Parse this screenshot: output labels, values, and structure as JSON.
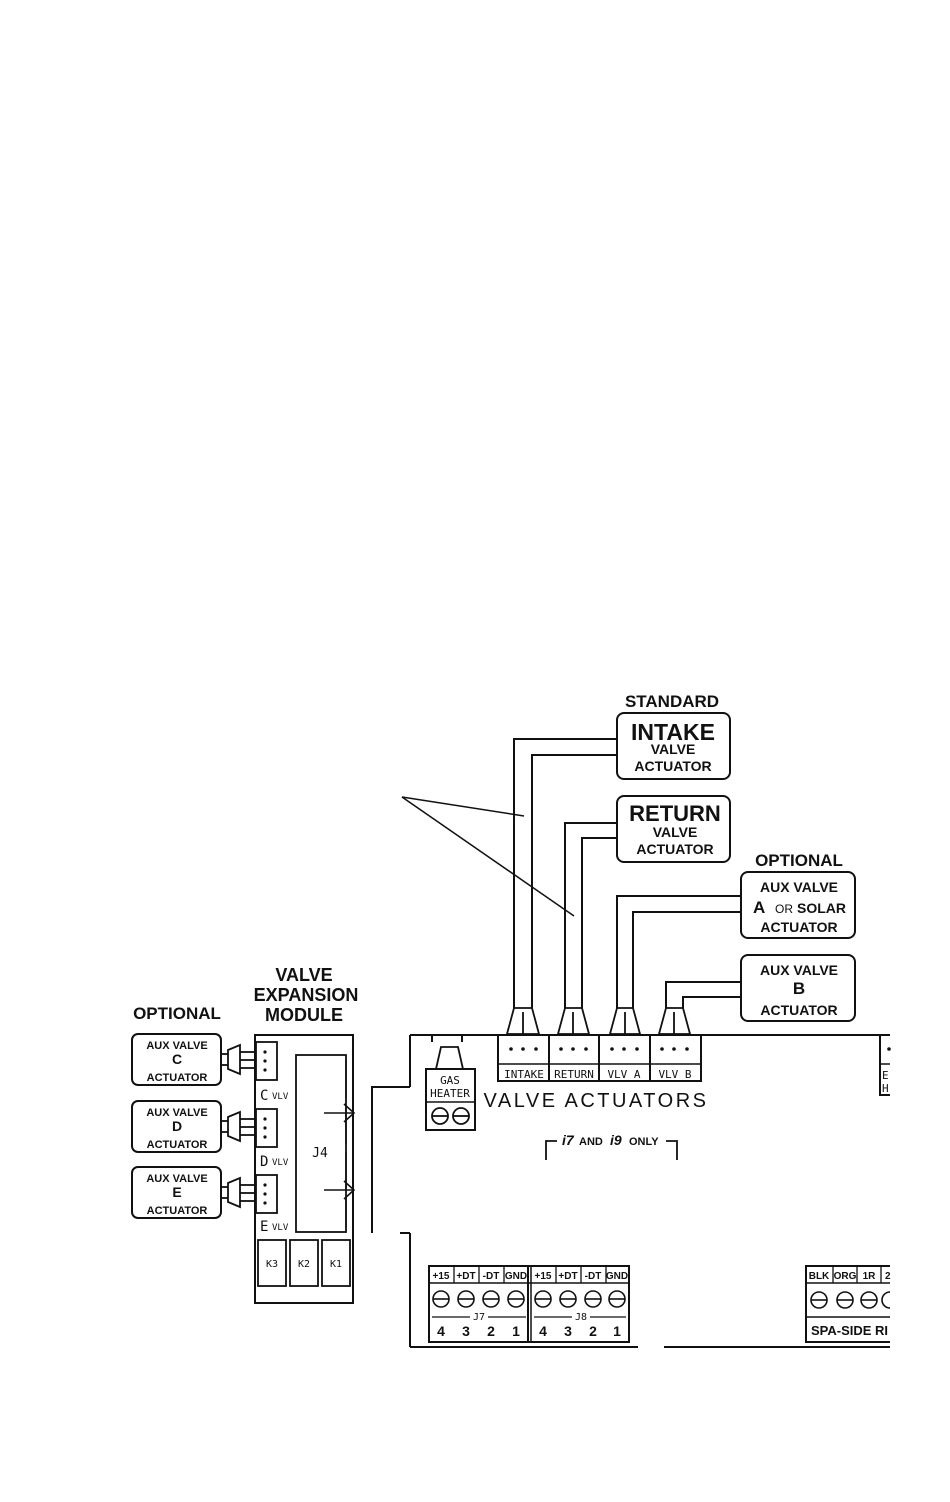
{
  "labels": {
    "standard": "STANDARD",
    "intake": "INTAKE",
    "return": "RETURN",
    "valve": "VALVE",
    "actuator": "ACTUATOR",
    "optional_right": "OPTIONAL",
    "aux_valve": "AUX VALVE",
    "a_letter": "A",
    "or": "OR",
    "solar": "SOLAR",
    "b_letter": "B",
    "optional_left": "OPTIONAL",
    "module_title_1": "VALVE",
    "module_title_2": "EXPANSION",
    "module_title_3": "MODULE",
    "c_letter": "C",
    "d_letter": "D",
    "e_letter": "E",
    "actuator_mixed": "ACTUATOR",
    "actuator_e": "ACTUATOR",
    "c_vlv_letter": "C",
    "d_vlv_letter": "D",
    "e_vlv_letter": "E",
    "vlv": "VLV",
    "j4": "J4",
    "k3": "K3",
    "k2": "K2",
    "k1": "K1",
    "gas": "GAS",
    "heater": "HEATER",
    "valve_actuators": "VALVE ACTUATORS",
    "i7": "i7",
    "and": "AND",
    "i9": "i9",
    "only": "ONLY",
    "conn_intake": "INTAKE",
    "conn_return": "RETURN",
    "conn_vlva": "VLV A",
    "conn_vlvb": "VLV B",
    "j7": "J7",
    "j8": "J8",
    "p15": "+15",
    "pdt": "+DT",
    "mdt": "-DT",
    "gnd": "GND",
    "n4": "4",
    "n3": "3",
    "n2": "2",
    "n1": "1",
    "blk": "BLK",
    "org": "ORG",
    "r1": "1R",
    "r2": "2",
    "spa_side": "SPA-SIDE RI",
    "edge_e": "E",
    "edge_h": "H"
  }
}
